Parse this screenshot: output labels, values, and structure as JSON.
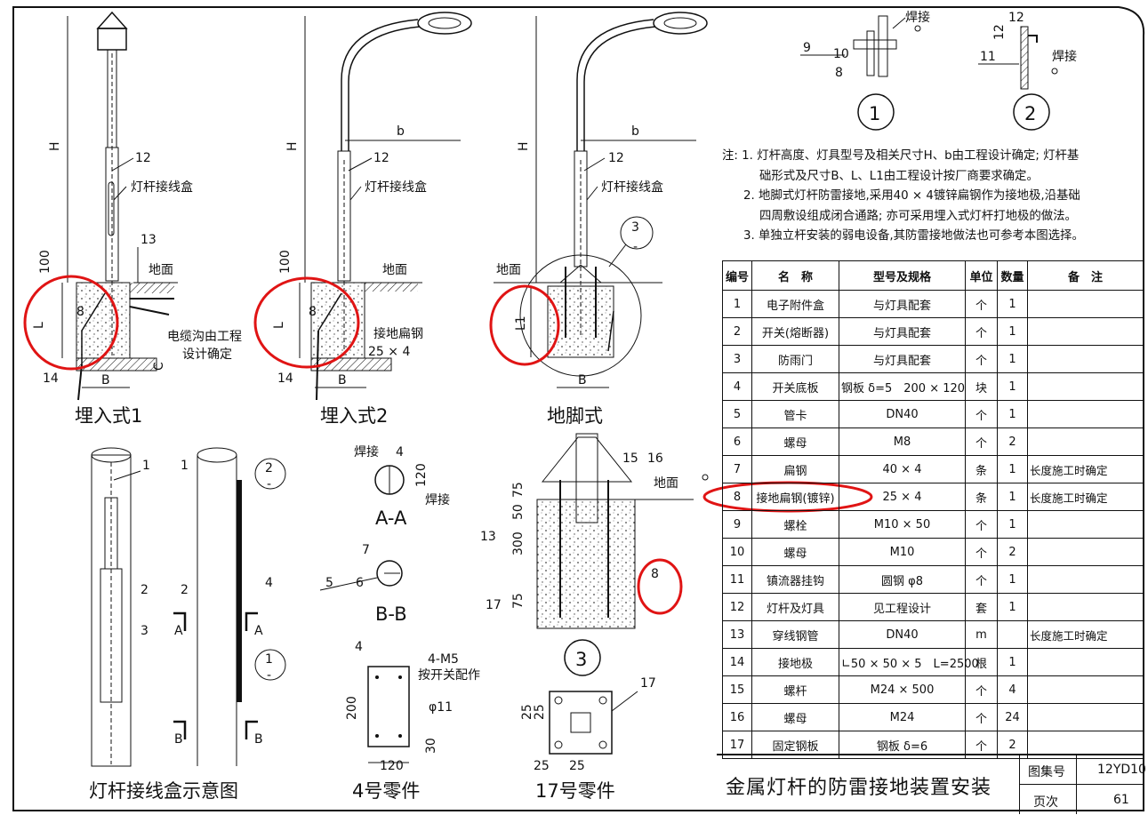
{
  "drawing_title": "金属灯杆的防雷接地装置安装",
  "atlas_no_label": "图集号",
  "atlas_no": "12YD10",
  "page_label": "页次",
  "page_no": "61",
  "views": {
    "embedded1": "埋入式1",
    "embedded2": "埋入式2",
    "anchor": "地脚式",
    "junction_box": "灯杆接线盒示意图",
    "part4": "4号零件",
    "part17": "17号零件",
    "section_aa": "A-A",
    "section_bb": "B-B"
  },
  "labels": {
    "H": "H",
    "b": "b",
    "L": "L",
    "L1": "L1",
    "B": "B",
    "C": "C",
    "dim100": "100",
    "dim_25x4": "25 × 4",
    "junction_box": "灯杆接线盒",
    "ground": "地面",
    "cable_trench_1": "电缆沟由工程",
    "cable_trench_2": "设计确定",
    "ground_flat_steel": "接地扁钢",
    "weld": "焊接",
    "A": "A",
    "Bsec": "B",
    "n1": "1",
    "n2": "2",
    "n3": "3",
    "n4": "4",
    "n5": "5",
    "n6": "6",
    "n7": "7",
    "n8": "8",
    "n9": "9",
    "n10": "10",
    "n11": "11",
    "n12": "12",
    "n13": "13",
    "n14": "14",
    "n15": "15",
    "n16": "16",
    "n17": "17",
    "dash": "-",
    "dim120": "120",
    "dim200": "200",
    "dim30": "30",
    "dim25": "25",
    "dim50": "50",
    "dim75": "75",
    "dim300": "300",
    "m5": "4-M5",
    "m5_note": "按开关配作",
    "phi11": "φ11",
    "detail1": "1",
    "detail2": "2",
    "detail3": "3"
  },
  "notes": [
    "注: 1. 灯杆高度、灯具型号及相关尺寸H、b由工程设计确定; 灯杆基",
    "础形式及尺寸B、L、L1由工程设计按厂商要求确定。",
    "2. 地脚式灯杆防雷接地,采用40 × 4镀锌扁钢作为接地极,沿基础",
    "四周敷设组成闭合通路; 亦可采用埋入式灯杆打地极的做法。",
    "3. 单独立杆安装的弱电设备,其防雷接地做法也可参考本图选择。"
  ],
  "table": {
    "headers": [
      "编号",
      "名　称",
      "型号及规格",
      "单位",
      "数量",
      "备　注"
    ],
    "rows": [
      [
        "1",
        "电子附件盒",
        "与灯具配套",
        "个",
        "1",
        ""
      ],
      [
        "2",
        "开关(熔断器)",
        "与灯具配套",
        "个",
        "1",
        ""
      ],
      [
        "3",
        "防雨门",
        "与灯具配套",
        "个",
        "1",
        ""
      ],
      [
        "4",
        "开关底板",
        "钢板 δ=5　200 × 120",
        "块",
        "1",
        ""
      ],
      [
        "5",
        "管卡",
        "DN40",
        "个",
        "1",
        ""
      ],
      [
        "6",
        "螺母",
        "M8",
        "个",
        "2",
        ""
      ],
      [
        "7",
        "扁钢",
        "40 × 4",
        "条",
        "1",
        "长度施工时确定"
      ],
      [
        "8",
        "接地扁钢(镀锌)",
        "25 × 4",
        "条",
        "1",
        "长度施工时确定"
      ],
      [
        "9",
        "螺栓",
        "M10 × 50",
        "个",
        "1",
        ""
      ],
      [
        "10",
        "螺母",
        "M10",
        "个",
        "2",
        ""
      ],
      [
        "11",
        "镇流器挂钩",
        "圆钢 φ8",
        "个",
        "1",
        ""
      ],
      [
        "12",
        "灯杆及灯具",
        "见工程设计",
        "套",
        "1",
        ""
      ],
      [
        "13",
        "穿线钢管",
        "DN40",
        "m",
        "",
        "长度施工时确定"
      ],
      [
        "14",
        "接地极",
        "∟50 × 50 × 5　L=2500",
        "根",
        "1",
        ""
      ],
      [
        "15",
        "螺杆",
        "M24 × 500",
        "个",
        "4",
        ""
      ],
      [
        "16",
        "螺母",
        "M24",
        "个",
        "24",
        ""
      ],
      [
        "17",
        "固定钢板",
        "钢板 δ=6",
        "个",
        "2",
        ""
      ]
    ]
  },
  "colors": {
    "ink": "#111111",
    "highlight": "#e01414"
  }
}
